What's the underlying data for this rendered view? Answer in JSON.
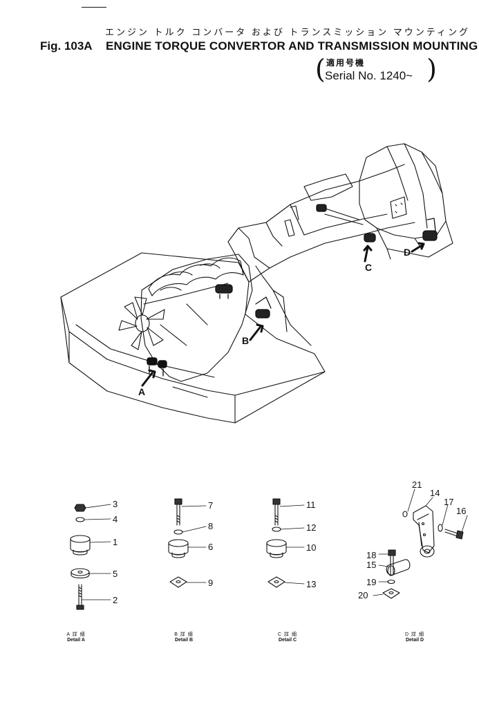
{
  "header": {
    "title_jp": "エンジン トルク コンバータ および トランスミッション マウンティング",
    "fig_no": "Fig. 103A",
    "title_en": "ENGINE TORQUE CONVERTOR AND TRANSMISSION MOUNTING",
    "serial_jp": "適用号機",
    "serial_en": "Serial No. 1240~"
  },
  "view_arrows": [
    {
      "id": "A",
      "label": "A"
    },
    {
      "id": "B",
      "label": "B"
    },
    {
      "id": "C",
      "label": "C"
    },
    {
      "id": "D",
      "label": "D"
    }
  ],
  "callouts": {
    "a": [
      "3",
      "4",
      "1",
      "5",
      "2"
    ],
    "b": [
      "7",
      "8",
      "6",
      "9"
    ],
    "c": [
      "11",
      "12",
      "10",
      "13"
    ],
    "d": [
      "21",
      "14",
      "17",
      "16",
      "18",
      "15",
      "19",
      "20"
    ]
  },
  "details": [
    {
      "id": "A",
      "jp": "A 詳 細",
      "en": "Detail A"
    },
    {
      "id": "B",
      "jp": "B 詳 細",
      "en": "Detail B"
    },
    {
      "id": "C",
      "jp": "C 詳 細",
      "en": "Detail C"
    },
    {
      "id": "D",
      "jp": "D 詳 細",
      "en": "Detail D"
    }
  ]
}
